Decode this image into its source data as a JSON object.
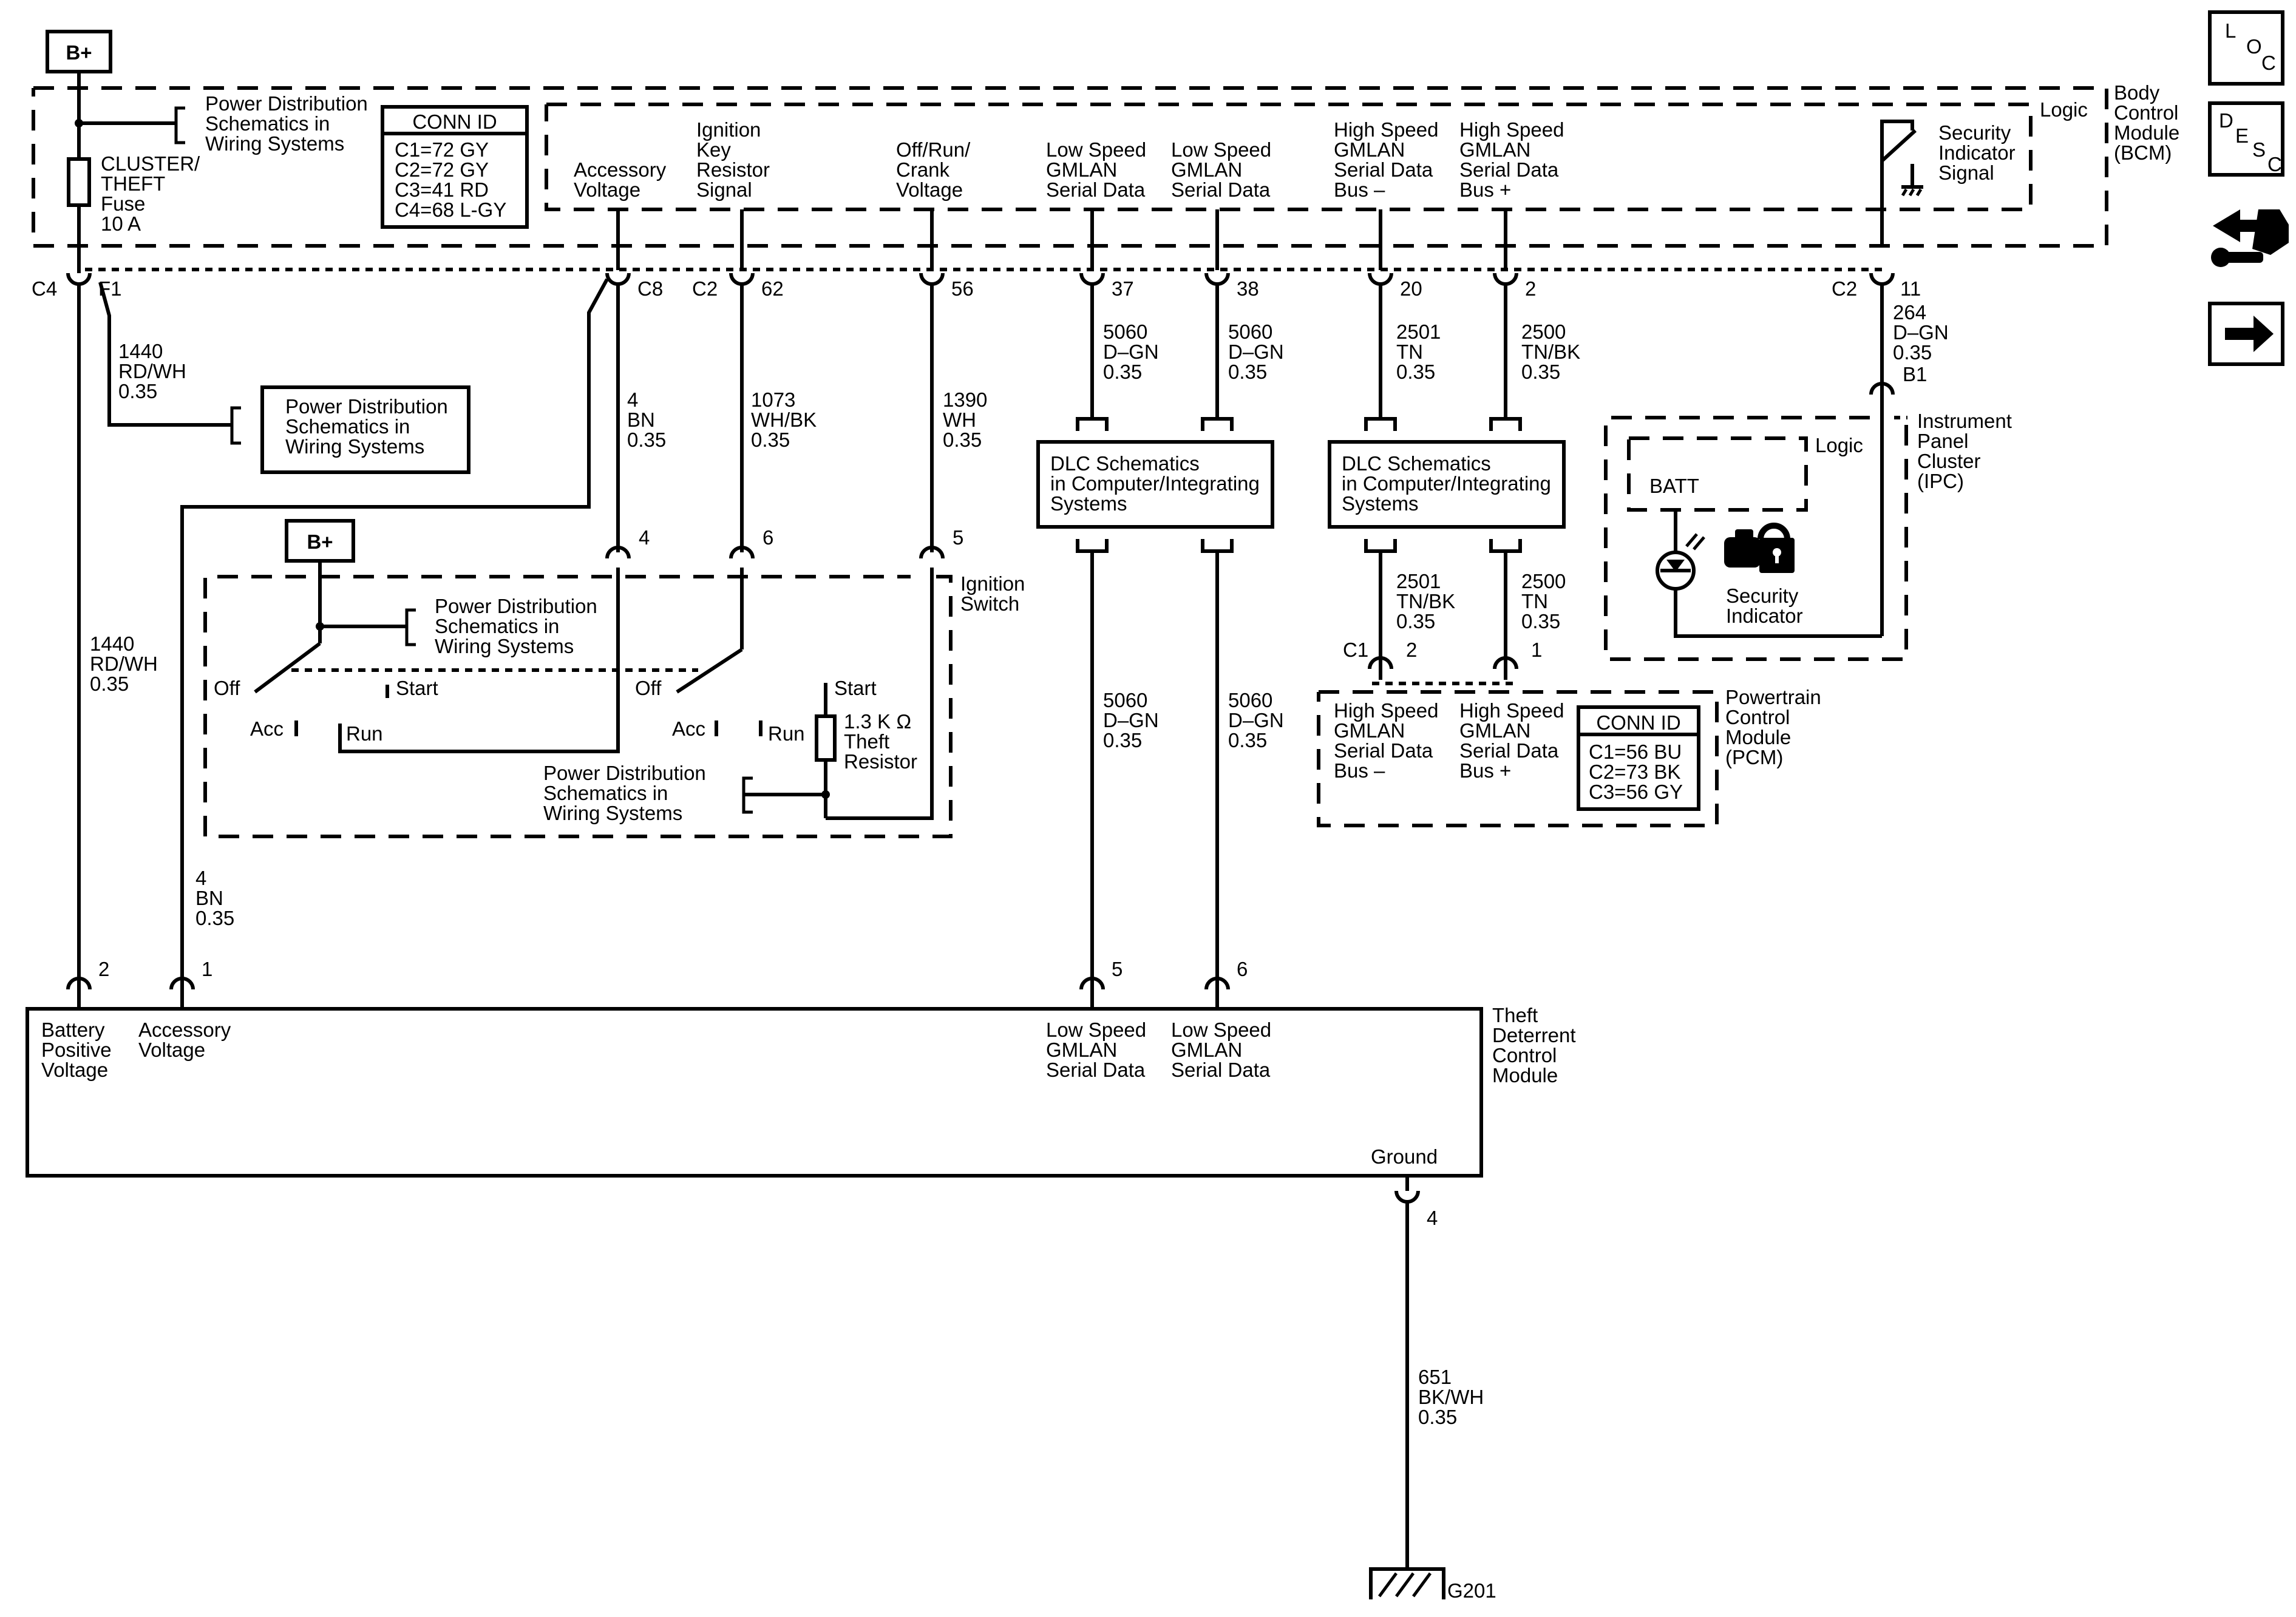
{
  "bplus": "B+",
  "power_dist": [
    "Power Distribution",
    "Schematics in",
    "Wiring Systems"
  ],
  "bcm": {
    "name": [
      "Body",
      "Control",
      "Module",
      "(BCM)"
    ],
    "logic": "Logic",
    "fuse": [
      "CLUSTER/",
      "THEFT",
      "Fuse",
      "10 A"
    ],
    "conn_id_title": "CONN ID",
    "conn_id": [
      "C1=72 GY",
      "C2=72 GY",
      "C3=41 RD",
      "C4=68 L-GY"
    ],
    "signals": {
      "accessory": [
        "Accessory",
        "Voltage"
      ],
      "ign_key": [
        "Ignition",
        "Key",
        "Resistor",
        "Signal"
      ],
      "off_run": [
        "Off/Run/",
        "Crank",
        "Voltage"
      ],
      "ls_gmlan": [
        "Low Speed",
        "GMLAN",
        "Serial Data"
      ],
      "hs_minus": [
        "High Speed",
        "GMLAN",
        "Serial Data",
        "Bus –"
      ],
      "hs_plus": [
        "High Speed",
        "GMLAN",
        "Serial Data",
        "Bus +"
      ],
      "security": [
        "Security",
        "Indicator",
        "Signal"
      ]
    },
    "pins": {
      "c4": "C4",
      "f1": "F1",
      "c8": "C8",
      "c2": "C2",
      "p62": "62",
      "p56": "56",
      "p37": "37",
      "p38": "38",
      "p20": "20",
      "p2": "2",
      "c2b": "C2",
      "p11": "11"
    }
  },
  "wires": {
    "w1440": [
      "1440",
      "RD/WH",
      "0.35"
    ],
    "w4": [
      "4",
      "BN",
      "0.35"
    ],
    "w1073": [
      "1073",
      "WH/BK",
      "0.35"
    ],
    "w1390": [
      "1390",
      "WH",
      "0.35"
    ],
    "w5060": [
      "5060",
      "D–GN",
      "0.35"
    ],
    "w2501": [
      "2501",
      "TN",
      "0.35"
    ],
    "w2500": [
      "2500",
      "TN/BK",
      "0.35"
    ],
    "w2501b": [
      "2501",
      "TN/BK",
      "0.35"
    ],
    "w2500b": [
      "2500",
      "TN",
      "0.35"
    ],
    "w264": [
      "264",
      "D–GN",
      "0.35"
    ],
    "w651": [
      "651",
      "BK/WH",
      "0.35"
    ]
  },
  "dlc": [
    "DLC Schematics",
    "in Computer/Integrating",
    "Systems"
  ],
  "ignition": {
    "name": [
      "Ignition",
      "Switch"
    ],
    "pins": [
      "4",
      "6",
      "5"
    ],
    "off": "Off",
    "acc": "Acc",
    "run": "Run",
    "start": "Start",
    "resistor": [
      "1.3 K Ω",
      "Theft",
      "Resistor"
    ]
  },
  "ipc": {
    "name": [
      "Instrument",
      "Panel",
      "Cluster",
      "(IPC)"
    ],
    "pin": "B1",
    "logic": "Logic",
    "batt": "BATT",
    "indicator": [
      "Security",
      "Indicator"
    ]
  },
  "pcm": {
    "name": [
      "Powertrain",
      "Control",
      "Module",
      "(PCM)"
    ],
    "c1": "C1",
    "p2": "2",
    "p1": "1",
    "conn_id_title": "CONN ID",
    "conn_id": [
      "C1=56 BU",
      "C2=73 BK",
      "C3=56 GY"
    ],
    "hs_minus": [
      "High Speed",
      "GMLAN",
      "Serial Data",
      "Bus –"
    ],
    "hs_plus": [
      "High Speed",
      "GMLAN",
      "Serial Data",
      "Bus +"
    ]
  },
  "tdcm": {
    "name": [
      "Theft",
      "Deterrent",
      "Control",
      "Module"
    ],
    "battery": [
      "Battery",
      "Positive",
      "Voltage"
    ],
    "accessory": [
      "Accessory",
      "Voltage"
    ],
    "ls_gmlan": [
      "Low Speed",
      "GMLAN",
      "Serial Data"
    ],
    "ground": "Ground",
    "pins": {
      "p2": "2",
      "p1": "1",
      "p5": "5",
      "p6": "6",
      "p4": "4"
    }
  },
  "ground_label": "G201",
  "side_icons": {
    "loc": [
      "L",
      "O",
      "C"
    ],
    "desc": [
      "D",
      "E",
      "S",
      "C"
    ],
    "icons": [
      "connector-tool-icon",
      "next-arrow-icon"
    ]
  }
}
